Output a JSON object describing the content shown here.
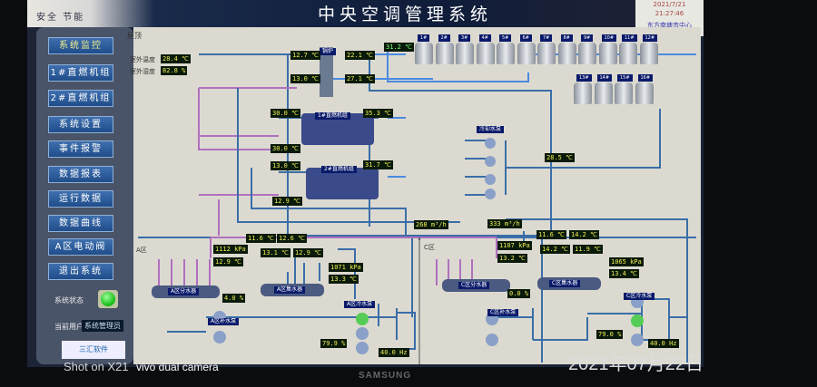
{
  "header": {
    "tagline": "安全  节能",
    "title": "中央空调管理系统",
    "date": "2021/7/21",
    "time": "21:27:46",
    "location": "东方南塘市中心"
  },
  "sidebar": {
    "items": [
      {
        "label": "系统监控"
      },
      {
        "label": "1#直燃机组"
      },
      {
        "label": "2#直燃机组"
      },
      {
        "label": "系统设置"
      },
      {
        "label": "事件报警"
      },
      {
        "label": "数据报表"
      },
      {
        "label": "运行数据"
      },
      {
        "label": "数据曲线"
      },
      {
        "label": "A区电动阀"
      },
      {
        "label": "退出系统"
      }
    ],
    "status_label": "系统状态",
    "status_color": "#22bb22",
    "user_label": "当前用户",
    "user_value": "系统管理员",
    "logo_text": "三汇软件"
  },
  "roof": {
    "title": "屋顶",
    "outdoor_temp_label": "室外温度",
    "outdoor_temp": "28.4 ℃",
    "outdoor_humidity_label": "室外湿度",
    "outdoor_humidity": "82.8 %",
    "header_label": "锅炉",
    "t1": "12.7 ℃",
    "t2": "22.1 ℃",
    "t3": "13.0 ℃",
    "t4": "27.1 ℃",
    "t_tower": "31.2 ℃",
    "chiller1": {
      "label": "1#直燃机组",
      "in": "30.0 ℃",
      "out": "35.3 ℃",
      "chw": "30.0 ℃"
    },
    "chiller2": {
      "label": "2#直燃机组",
      "in": "13.0 ℃",
      "out": "31.7 ℃",
      "chw": "12.9 ℃"
    },
    "cooling_pump_label": "冷却水泵",
    "cooling_return": "28.5 ℃",
    "flow1": "268 m³/h",
    "flow2": "333 m³/h",
    "towers": [
      "1#",
      "2#",
      "3#",
      "4#",
      "5#",
      "6#",
      "7#",
      "8#",
      "9#",
      "10#",
      "11#",
      "12#",
      "13#",
      "14#",
      "15#",
      "16#"
    ]
  },
  "zone_a": {
    "title": "A区",
    "supply_pressure": "1112 kPa",
    "supply_temp": "12.9 ℃",
    "branch_temps": [
      "11.6 ℃",
      "13.1 ℃",
      "12.6 ℃",
      "12.9 ℃"
    ],
    "return_pressure": "1071 kPa",
    "return_temp": "13.3 ℃",
    "distributor": "A区分水器",
    "collector": "A区集水器",
    "valve": "4.0 %",
    "makeup_pump": "A区补水泵",
    "chw_pump": "A区冷水泵",
    "pump_valve": "79.9 %",
    "frequency": "40.0 Hz"
  },
  "zone_c": {
    "title": "C区",
    "supply_pressure": "1107 kPa",
    "supply_temp": "13.2 ℃",
    "branch_temps": [
      "11.6 ℃",
      "14.2 ℃",
      "14.2 ℃",
      "11.9 ℃"
    ],
    "return_pressure": "1065 kPa",
    "return_temp": "13.4 ℃",
    "distributor": "C区分水器",
    "collector": "C区集水器",
    "valve": "0.0 %",
    "makeup_pump": "C区补水泵",
    "chw_pump": "C区冷水泵",
    "pump_valve": "79.0 %",
    "frequency": "40.0 Hz"
  },
  "photo": {
    "brand": "SAMSUNG",
    "watermark1": "Shot on X21",
    "watermark2": "vivo dual camera",
    "datestamp": "2021年07月22日"
  }
}
